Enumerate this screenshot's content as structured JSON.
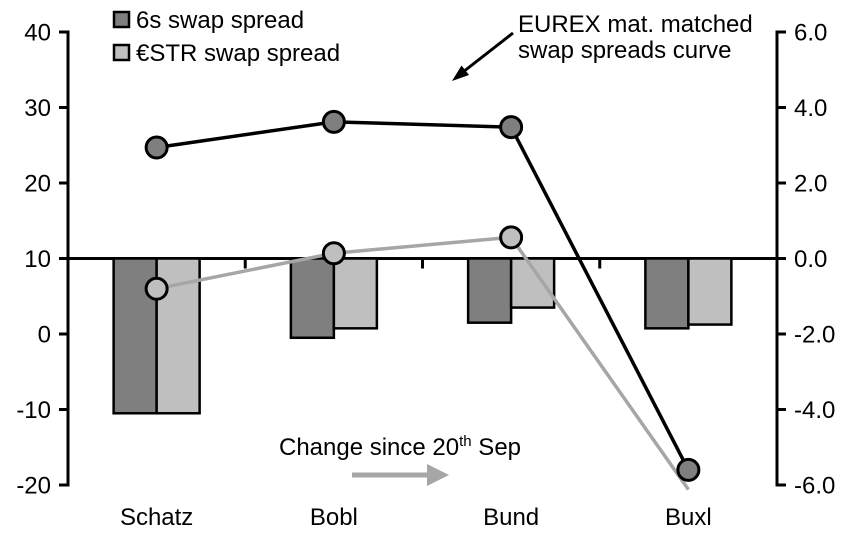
{
  "chart_data": {
    "type": "combo-bar-line",
    "title": "",
    "categories": [
      "Schatz",
      "Bobl",
      "Bund",
      "Buxl"
    ],
    "left_axis": {
      "ticks": [
        "40",
        "30",
        "20",
        "10",
        "0",
        "-10",
        "-20"
      ],
      "min": -20,
      "max": 40
    },
    "right_axis": {
      "ticks": [
        "6.0",
        "4.0",
        "2.0",
        "0.0",
        "-2.0",
        "-4.0",
        "-6.0"
      ],
      "min": -6,
      "max": 6
    },
    "grid": "off",
    "legend_position": "top-left",
    "legend": [
      {
        "label": "6s swap spread",
        "color": "#7F7F7F"
      },
      {
        "label": "€STR swap spread",
        "color": "#BFBFBF"
      }
    ],
    "bar_series": [
      {
        "name": "6s swap spread (change since 20th Sep)",
        "axis": "right",
        "color": "#7F7F7F",
        "values": [
          -4.1,
          -2.1,
          -1.7,
          -1.85
        ]
      },
      {
        "name": "€STR swap spread (change since 20th Sep)",
        "axis": "right",
        "color": "#BFBFBF",
        "values": [
          -4.1,
          -1.85,
          -1.3,
          -1.75
        ]
      }
    ],
    "line_series": [
      {
        "name": "6s swap spread (EUREX mat. matched curve)",
        "axis": "left",
        "color": "#000000",
        "marker_fill": "#7F7F7F",
        "values": [
          24.7,
          28.1,
          27.4,
          -18.0
        ],
        "markers": [
          true,
          true,
          true,
          true
        ]
      },
      {
        "name": "€STR swap spread (EUREX mat. matched curve)",
        "axis": "left",
        "color": "#A6A6A6",
        "marker_fill": "#BFBFBF",
        "values": [
          6.0,
          10.7,
          12.8,
          -20.6
        ],
        "markers": [
          true,
          true,
          true,
          false
        ]
      }
    ],
    "annotations": {
      "curve_label": {
        "lines": [
          "EUREX mat. matched",
          "swap spreads curve"
        ]
      },
      "change_label": {
        "prefix": "Change since 20",
        "superscript": "th",
        "suffix": " Sep"
      }
    },
    "colors": {
      "axis": "#000000",
      "gray_accent": "#A6A6A6",
      "dark_fill": "#7F7F7F",
      "light_fill": "#BFBFBF"
    }
  }
}
